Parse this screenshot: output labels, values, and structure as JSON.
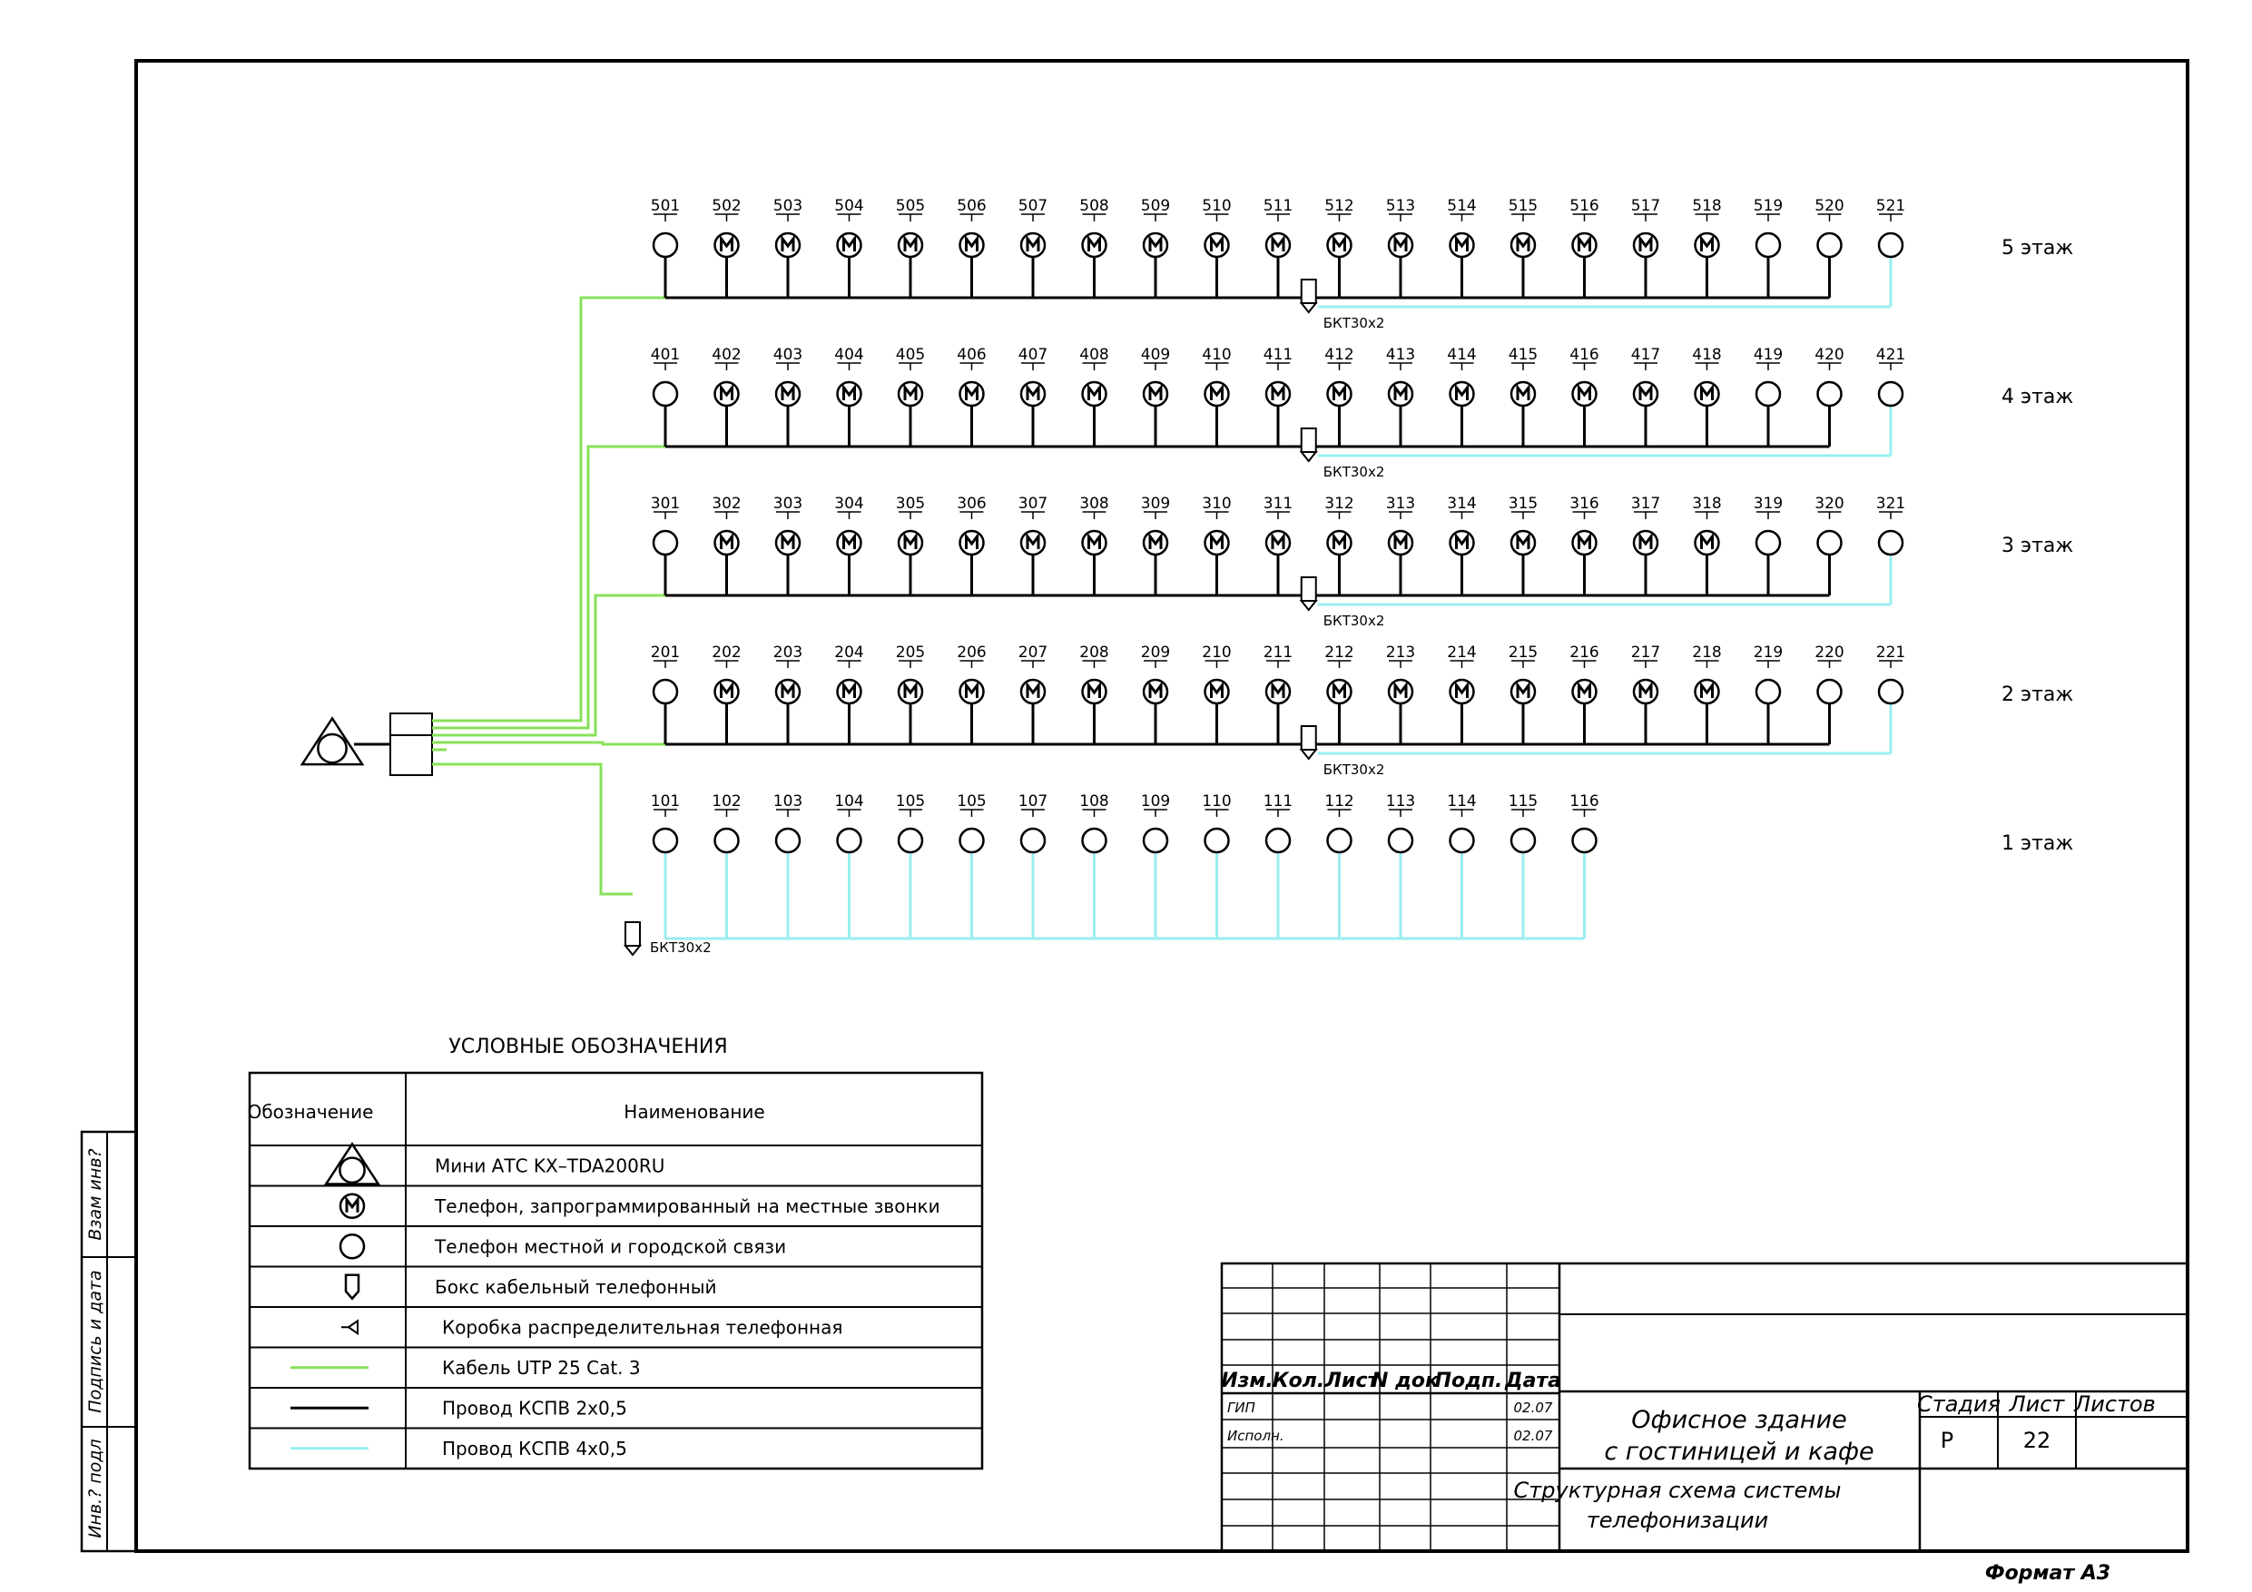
{
  "floors": [
    {
      "label": "5 этаж",
      "phones": [
        {
          "n": "501",
          "t": "plain"
        },
        {
          "n": "502",
          "t": "m"
        },
        {
          "n": "503",
          "t": "m"
        },
        {
          "n": "504",
          "t": "m"
        },
        {
          "n": "505",
          "t": "m"
        },
        {
          "n": "506",
          "t": "m"
        },
        {
          "n": "507",
          "t": "m"
        },
        {
          "n": "508",
          "t": "m"
        },
        {
          "n": "509",
          "t": "m"
        },
        {
          "n": "510",
          "t": "m"
        },
        {
          "n": "511",
          "t": "m"
        },
        {
          "n": "512",
          "t": "m"
        },
        {
          "n": "513",
          "t": "m"
        },
        {
          "n": "514",
          "t": "m"
        },
        {
          "n": "515",
          "t": "m"
        },
        {
          "n": "516",
          "t": "m"
        },
        {
          "n": "517",
          "t": "m"
        },
        {
          "n": "518",
          "t": "m"
        },
        {
          "n": "519",
          "t": "plain"
        },
        {
          "n": "520",
          "t": "plain"
        },
        {
          "n": "521",
          "t": "plain"
        }
      ],
      "box": "БКТ30х2"
    },
    {
      "label": "4 этаж",
      "phones": [
        {
          "n": "401",
          "t": "plain"
        },
        {
          "n": "402",
          "t": "m"
        },
        {
          "n": "403",
          "t": "m"
        },
        {
          "n": "404",
          "t": "m"
        },
        {
          "n": "405",
          "t": "m"
        },
        {
          "n": "406",
          "t": "m"
        },
        {
          "n": "407",
          "t": "m"
        },
        {
          "n": "408",
          "t": "m"
        },
        {
          "n": "409",
          "t": "m"
        },
        {
          "n": "410",
          "t": "m"
        },
        {
          "n": "411",
          "t": "m"
        },
        {
          "n": "412",
          "t": "m"
        },
        {
          "n": "413",
          "t": "m"
        },
        {
          "n": "414",
          "t": "m"
        },
        {
          "n": "415",
          "t": "m"
        },
        {
          "n": "416",
          "t": "m"
        },
        {
          "n": "417",
          "t": "m"
        },
        {
          "n": "418",
          "t": "m"
        },
        {
          "n": "419",
          "t": "plain"
        },
        {
          "n": "420",
          "t": "plain"
        },
        {
          "n": "421",
          "t": "plain"
        }
      ],
      "box": "БКТ30х2"
    },
    {
      "label": "3 этаж",
      "phones": [
        {
          "n": "301",
          "t": "plain"
        },
        {
          "n": "302",
          "t": "m"
        },
        {
          "n": "303",
          "t": "m"
        },
        {
          "n": "304",
          "t": "m"
        },
        {
          "n": "305",
          "t": "m"
        },
        {
          "n": "306",
          "t": "m"
        },
        {
          "n": "307",
          "t": "m"
        },
        {
          "n": "308",
          "t": "m"
        },
        {
          "n": "309",
          "t": "m"
        },
        {
          "n": "310",
          "t": "m"
        },
        {
          "n": "311",
          "t": "m"
        },
        {
          "n": "312",
          "t": "m"
        },
        {
          "n": "313",
          "t": "m"
        },
        {
          "n": "314",
          "t": "m"
        },
        {
          "n": "315",
          "t": "m"
        },
        {
          "n": "316",
          "t": "m"
        },
        {
          "n": "317",
          "t": "m"
        },
        {
          "n": "318",
          "t": "m"
        },
        {
          "n": "319",
          "t": "plain"
        },
        {
          "n": "320",
          "t": "plain"
        },
        {
          "n": "321",
          "t": "plain"
        }
      ],
      "box": "БКТ30х2"
    },
    {
      "label": "2 этаж",
      "phones": [
        {
          "n": "201",
          "t": "plain"
        },
        {
          "n": "202",
          "t": "m"
        },
        {
          "n": "203",
          "t": "m"
        },
        {
          "n": "204",
          "t": "m"
        },
        {
          "n": "205",
          "t": "m"
        },
        {
          "n": "206",
          "t": "m"
        },
        {
          "n": "207",
          "t": "m"
        },
        {
          "n": "208",
          "t": "m"
        },
        {
          "n": "209",
          "t": "m"
        },
        {
          "n": "210",
          "t": "m"
        },
        {
          "n": "211",
          "t": "m"
        },
        {
          "n": "212",
          "t": "m"
        },
        {
          "n": "213",
          "t": "m"
        },
        {
          "n": "214",
          "t": "m"
        },
        {
          "n": "215",
          "t": "m"
        },
        {
          "n": "216",
          "t": "m"
        },
        {
          "n": "217",
          "t": "m"
        },
        {
          "n": "218",
          "t": "m"
        },
        {
          "n": "219",
          "t": "plain"
        },
        {
          "n": "220",
          "t": "plain"
        },
        {
          "n": "221",
          "t": "plain"
        }
      ],
      "box": "БКТ30х2"
    },
    {
      "label": "1 этаж",
      "phones": [
        {
          "n": "101",
          "t": "plain"
        },
        {
          "n": "102",
          "t": "plain"
        },
        {
          "n": "103",
          "t": "plain"
        },
        {
          "n": "104",
          "t": "plain"
        },
        {
          "n": "105",
          "t": "plain"
        },
        {
          "n": "105",
          "t": "plain"
        },
        {
          "n": "107",
          "t": "plain"
        },
        {
          "n": "108",
          "t": "plain"
        },
        {
          "n": "109",
          "t": "plain"
        },
        {
          "n": "110",
          "t": "plain"
        },
        {
          "n": "111",
          "t": "plain"
        },
        {
          "n": "112",
          "t": "plain"
        },
        {
          "n": "113",
          "t": "plain"
        },
        {
          "n": "114",
          "t": "plain"
        },
        {
          "n": "115",
          "t": "plain"
        },
        {
          "n": "116",
          "t": "plain"
        }
      ],
      "box": "БКТ30х2"
    }
  ],
  "wire_colors": {
    "utp": "#88e05a",
    "kspv2": "#000000",
    "kspv4": "#9aeef0"
  },
  "legend": {
    "title": "УСЛОВНЫЕ   ОБОЗНАЧЕНИЯ",
    "col_symbol": "Обозначение",
    "col_name": "Наименование",
    "rows": [
      {
        "sym": "atc-icon",
        "text": "Мини АТС KX–TDA200RU"
      },
      {
        "sym": "phone-m-icon",
        "text": "Телефон, запрограммированный на местные звонки"
      },
      {
        "sym": "phone-icon",
        "text": "Телефон местной и городской связи"
      },
      {
        "sym": "cable-box-icon",
        "text": "Бокс кабельный телефонный"
      },
      {
        "sym": "distribution-box-icon",
        "text": "Коробка распределительная телефонная"
      },
      {
        "sym": "utp",
        "text": "Кабель UTP 25 Cat. 3"
      },
      {
        "sym": "kspv2",
        "text": "Провод КСПВ 2х0,5"
      },
      {
        "sym": "kspv4",
        "text": "Провод КСПВ 4х0,5"
      }
    ]
  },
  "side_stamp": [
    "Взам инв?",
    "Подпись и дата",
    "Инв.? подл"
  ],
  "title_block": {
    "headers": [
      "Изм.",
      "Кол.",
      "Лист",
      "N док",
      "Подп.",
      "Дата"
    ],
    "roles": [
      {
        "role": "ГИП",
        "date": "02.07"
      },
      {
        "role": "Исполн.",
        "date": "02.07"
      }
    ],
    "object_line1": "Офисное здание",
    "object_line2": "с гостиницей и кафе",
    "sheet_title_line1": "Структурная схема системы",
    "sheet_title_line2": "телефонизации",
    "stage_label": "Стадия",
    "sheet_label": "Лист",
    "sheets_label": "Листов",
    "stage_value": "Р",
    "sheet_value": "22",
    "sheets_value": "",
    "format_label": "Формат А3"
  }
}
